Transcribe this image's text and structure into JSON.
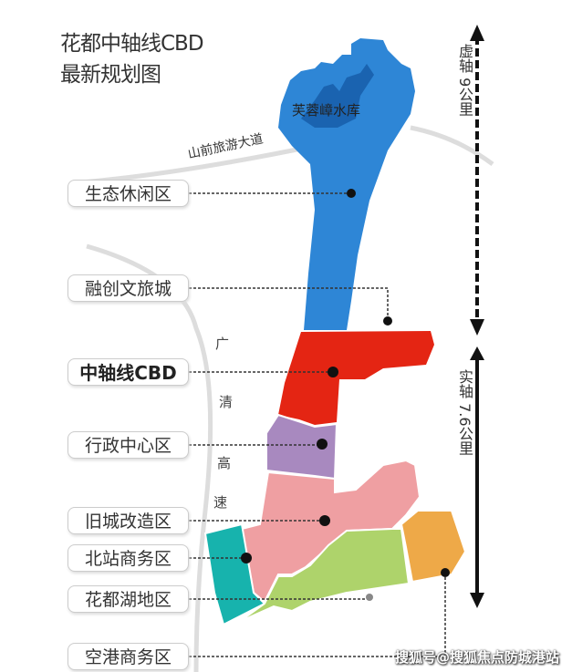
{
  "title": {
    "line1": "花都中轴线CBD",
    "line2": "最新规划图"
  },
  "reservoir": "芙蓉嶂水库",
  "road": "山前旅游大道",
  "highway": [
    "广",
    "清",
    "高",
    "速"
  ],
  "axes": {
    "virtual": "虚轴 9公里",
    "real": "实轴 7.6公里"
  },
  "zones": [
    {
      "label": "生态休闲区",
      "color": "#2e86d6"
    },
    {
      "label": "融创文旅城",
      "color": "#2e86d6"
    },
    {
      "label": "中轴线CBD",
      "color": "#e42513"
    },
    {
      "label": "行政中心区",
      "color": "#a889bf"
    },
    {
      "label": "旧城改造区",
      "color": "#ef9fa2"
    },
    {
      "label": "北站商务区",
      "color": "#17b3ad"
    },
    {
      "label": "花都湖地区",
      "color": "#aed36b"
    },
    {
      "label": "空港商务区",
      "color": "#eea948"
    }
  ],
  "watermark": "搜狐号@搜狐焦点防城港站"
}
